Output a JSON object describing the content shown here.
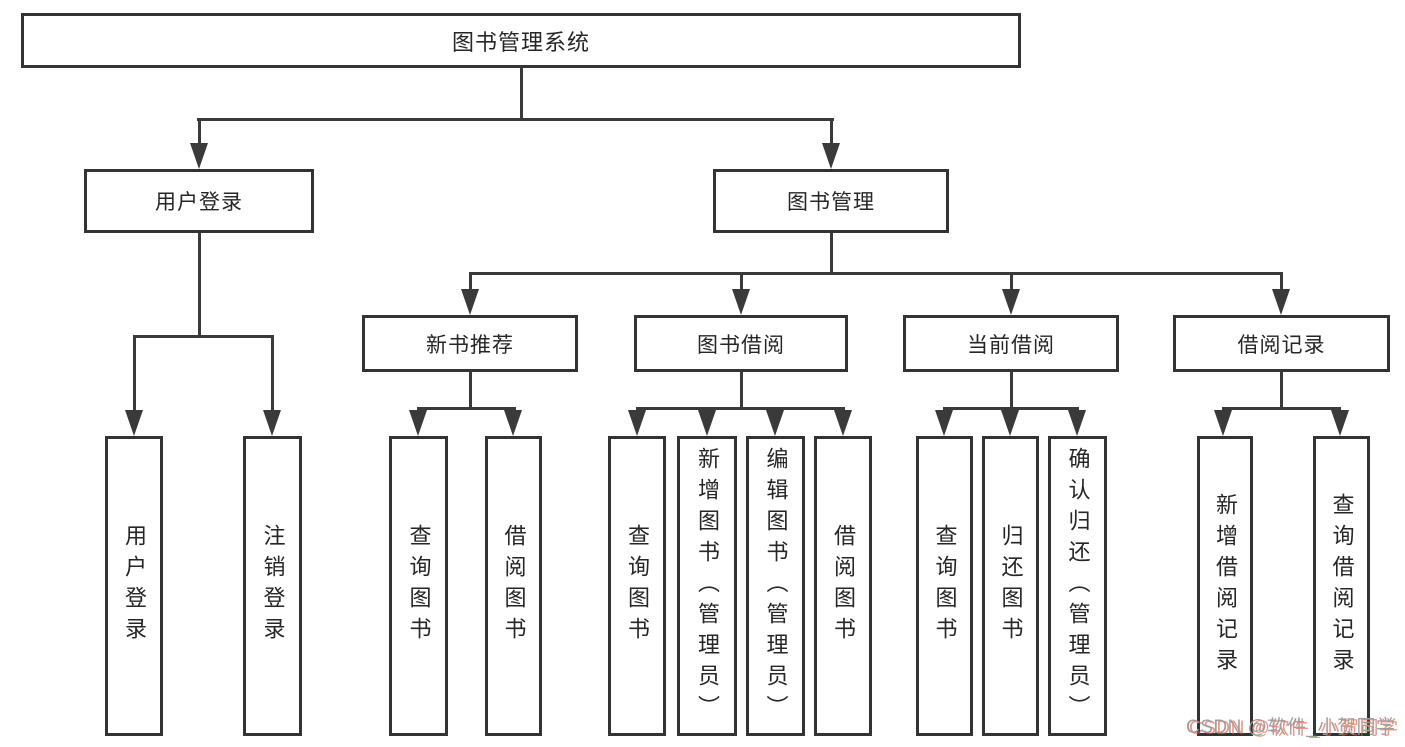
{
  "diagram": {
    "title": "图书管理系统",
    "root": "图书管理系统",
    "level2": {
      "user_login": "用户登录",
      "book_mgmt": "图书管理"
    },
    "level3": {
      "new_books": "新书推荐",
      "book_borrow": "图书借阅",
      "current_borrow": "当前借阅",
      "borrow_records": "借阅记录"
    },
    "leaves": {
      "user_login": [
        "用户登录",
        "注销登录"
      ],
      "new_books": [
        "查询图书",
        "借阅图书"
      ],
      "book_borrow": [
        "查询图书",
        "新增图书（管理员）",
        "编辑图书（管理员）",
        "借阅图书"
      ],
      "current_borrow": [
        "查询图书",
        "归还图书",
        "确认归还（管理员）"
      ],
      "borrow_records": [
        "新增借阅记录",
        "查询借阅记录"
      ]
    }
  },
  "watermark": {
    "text": "CSDN @软件_小贺同学",
    "gray_color": "#9aa0a6",
    "red_color": "#fc5531"
  },
  "colors": {
    "background": "#ffffff",
    "border": "#333333",
    "line": "#3a3a3a",
    "text": "#262626"
  }
}
